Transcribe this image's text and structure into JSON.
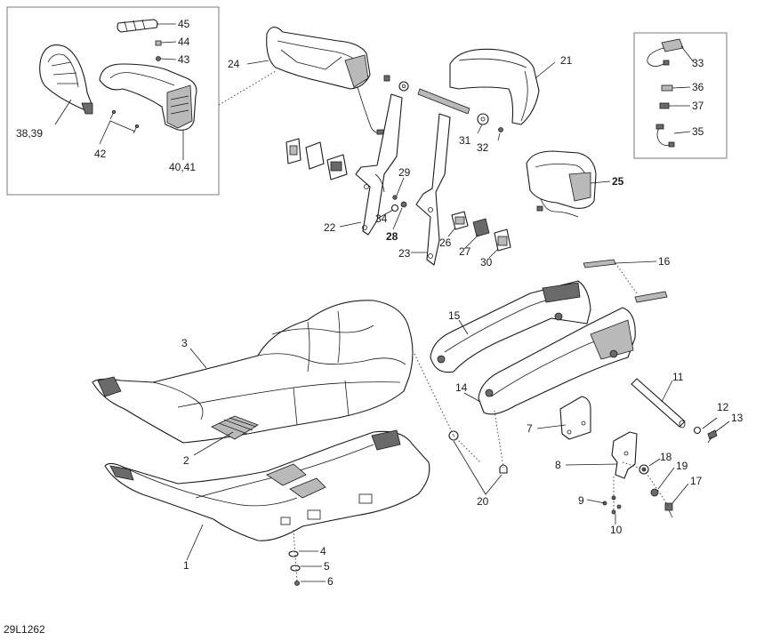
{
  "diagram_code": "29L1262",
  "callouts": [
    {
      "id": "c45",
      "label": "45"
    },
    {
      "id": "c44",
      "label": "44"
    },
    {
      "id": "c43",
      "label": "43"
    },
    {
      "id": "c3839",
      "label": "38,39"
    },
    {
      "id": "c42",
      "label": "42"
    },
    {
      "id": "c4041",
      "label": "40,41"
    },
    {
      "id": "c24",
      "label": "24"
    },
    {
      "id": "c21",
      "label": "21"
    },
    {
      "id": "c33",
      "label": "33"
    },
    {
      "id": "c36",
      "label": "36"
    },
    {
      "id": "c37",
      "label": "37"
    },
    {
      "id": "c35",
      "label": "35"
    },
    {
      "id": "c25",
      "label": "25"
    },
    {
      "id": "c31",
      "label": "31"
    },
    {
      "id": "c32",
      "label": "32"
    },
    {
      "id": "c29",
      "label": "29"
    },
    {
      "id": "c34",
      "label": "34"
    },
    {
      "id": "c28",
      "label": "28"
    },
    {
      "id": "c22",
      "label": "22"
    },
    {
      "id": "c26",
      "label": "26"
    },
    {
      "id": "c27",
      "label": "27"
    },
    {
      "id": "c23",
      "label": "23"
    },
    {
      "id": "c30",
      "label": "30"
    },
    {
      "id": "c16",
      "label": "16"
    },
    {
      "id": "c15",
      "label": "15"
    },
    {
      "id": "c3",
      "label": "3"
    },
    {
      "id": "c14",
      "label": "14"
    },
    {
      "id": "c11",
      "label": "11"
    },
    {
      "id": "c2",
      "label": "2"
    },
    {
      "id": "c7",
      "label": "7"
    },
    {
      "id": "c12",
      "label": "12"
    },
    {
      "id": "c13",
      "label": "13"
    },
    {
      "id": "c8",
      "label": "8"
    },
    {
      "id": "c18",
      "label": "18"
    },
    {
      "id": "c19",
      "label": "19"
    },
    {
      "id": "c17",
      "label": "17"
    },
    {
      "id": "c9",
      "label": "9"
    },
    {
      "id": "c10",
      "label": "10"
    },
    {
      "id": "c20",
      "label": "20"
    },
    {
      "id": "c1",
      "label": "1"
    },
    {
      "id": "c4",
      "label": "4"
    },
    {
      "id": "c5",
      "label": "5"
    },
    {
      "id": "c6",
      "label": "6"
    }
  ]
}
